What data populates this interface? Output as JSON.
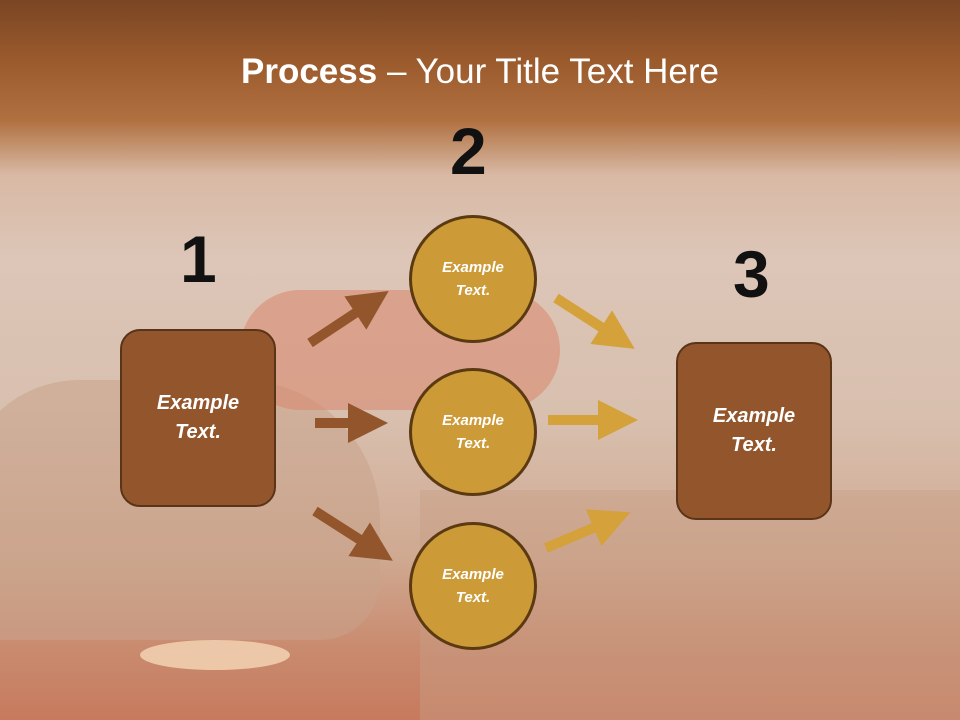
{
  "title": {
    "bold": "Process",
    "rest": " – Your Title Text Here"
  },
  "steps": [
    {
      "number": "1",
      "text": "Example\nText."
    },
    {
      "number": "2"
    },
    {
      "number": "3",
      "text": "Example\nText."
    }
  ],
  "circles": [
    {
      "text": "Example\nText."
    },
    {
      "text": "Example\nText."
    },
    {
      "text": "Example\nText."
    }
  ],
  "colors": {
    "box_fill": "#93562c",
    "circle_fill": "#cc9a37",
    "arrow_brown": "#93562c",
    "arrow_gold": "#d4a13a",
    "title_band": "#8a4f28"
  }
}
